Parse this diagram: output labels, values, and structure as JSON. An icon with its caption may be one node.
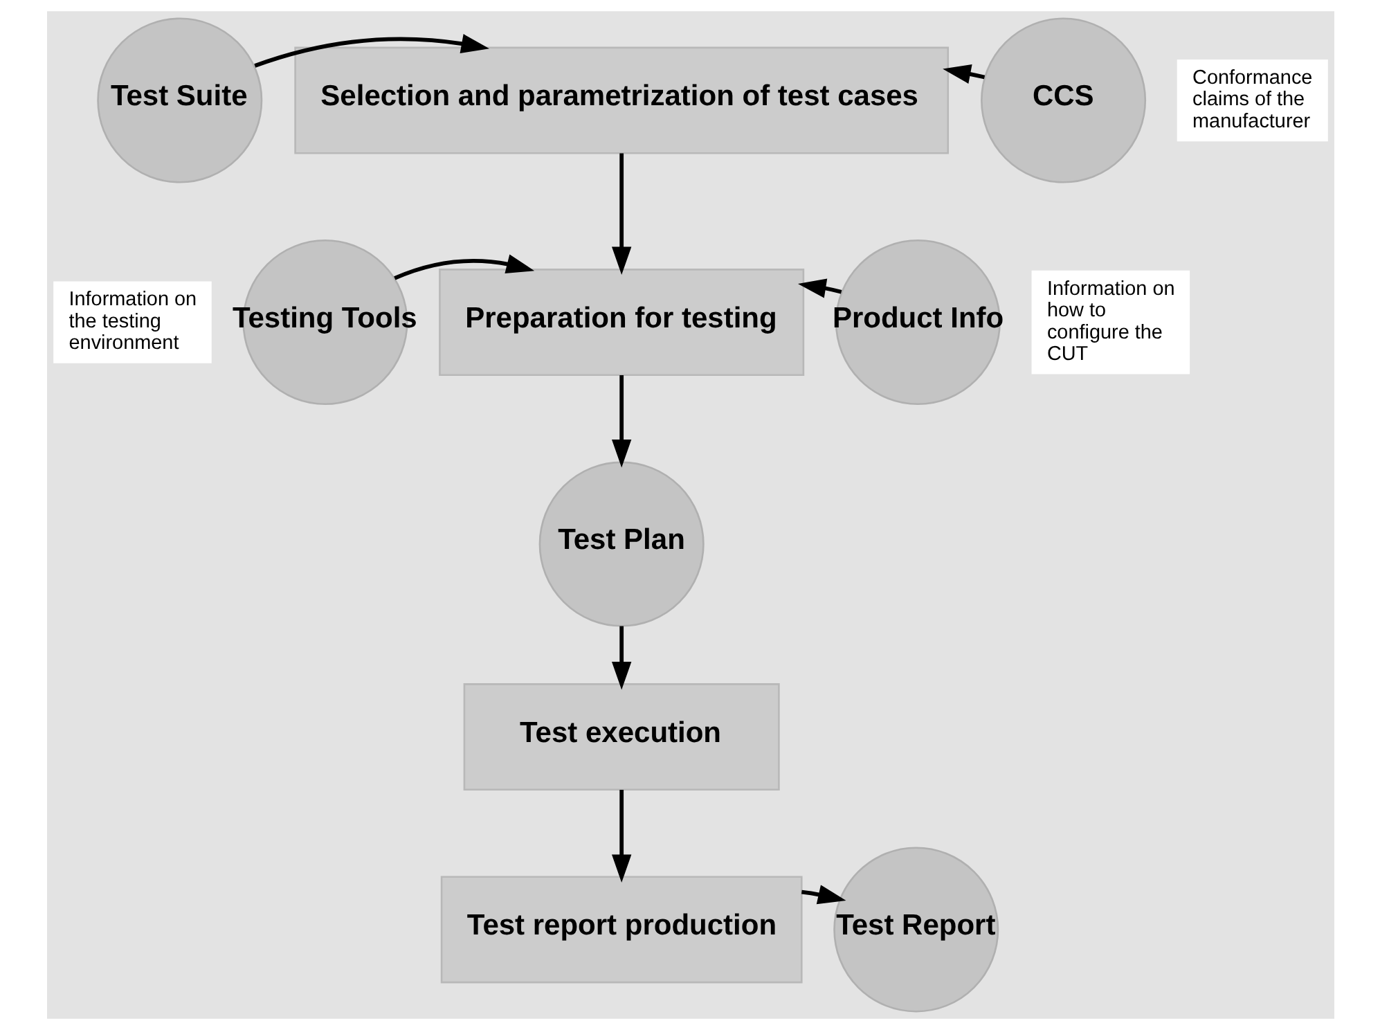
{
  "diagram": {
    "nodes": [
      {
        "text": [
          "Test Suite"
        ]
      },
      {
        "text": [
          "Selection and parametrization of test cases"
        ]
      },
      {
        "text": [
          "CCS"
        ],
        "beside": [
          "Conformance claims of the manufacturer"
        ]
      },
      {
        "text": [
          "Testing Tools"
        ],
        "beside": [
          "Information on the testing environment"
        ]
      },
      {
        "text": [
          "Preparation for testing"
        ]
      },
      {
        "text": [
          "Product Info"
        ],
        "beside": [
          "Information on how to configure the CUT"
        ]
      },
      {
        "text": [
          "Test Plan"
        ]
      },
      {
        "text": [
          "Test execution"
        ]
      },
      {
        "text": [
          "Test report production"
        ]
      },
      {
        "text": [
          "Test Report"
        ]
      }
    ],
    "edges": [
      {
        "from": 0,
        "to": 1,
        "arrow": "to"
      },
      {
        "from": 2,
        "to": 1,
        "arrow": "to"
      },
      {
        "from": 1,
        "to": 4,
        "arrow": "to"
      },
      {
        "from": 3,
        "to": 4,
        "arrow": "to"
      },
      {
        "from": 5,
        "to": 4,
        "arrow": "to"
      },
      {
        "from": 4,
        "to": 6,
        "arrow": "to"
      },
      {
        "from": 6,
        "to": 7,
        "arrow": "to"
      },
      {
        "from": 7,
        "to": 8,
        "arrow": "to"
      },
      {
        "from": 8,
        "to": 9,
        "arrow": "to"
      }
    ]
  }
}
